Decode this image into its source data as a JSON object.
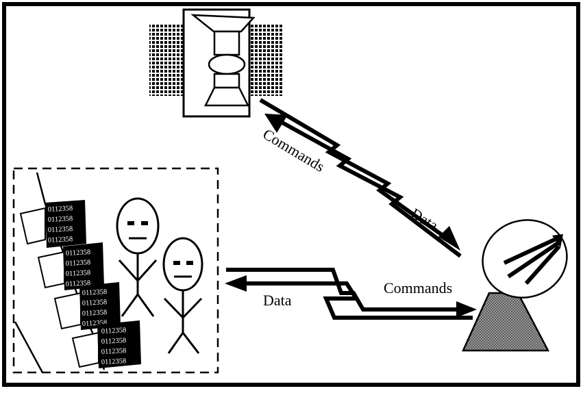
{
  "labels": {
    "uplink_commands": "Commands",
    "downlink_data": "Data",
    "ground_commands": "Commands",
    "ground_data": "Data"
  },
  "screen_digits": [
    "0112358",
    "0112358",
    "0112358",
    "0112358"
  ],
  "colors": {
    "ink": "#000000",
    "paper": "#ffffff",
    "dish_base": "#7a7a7a"
  }
}
